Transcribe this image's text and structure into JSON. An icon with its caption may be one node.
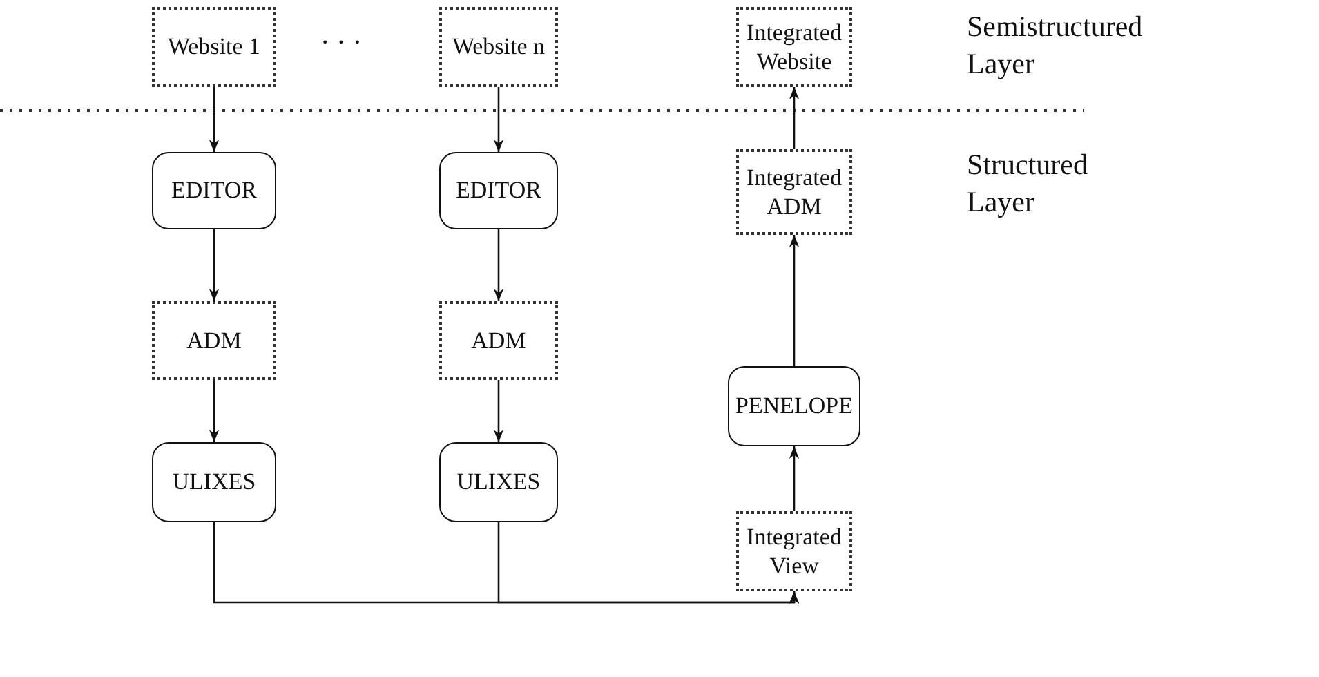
{
  "diagram": {
    "nodes": [
      {
        "text": [
          "Website 1"
        ]
      },
      {
        "text": [
          "Website n"
        ]
      },
      {
        "text": [
          "Integrated Website"
        ]
      },
      {
        "text": [
          "EDITOR"
        ]
      },
      {
        "text": [
          "EDITOR"
        ]
      },
      {
        "text": [
          "Integrated ADM"
        ]
      },
      {
        "text": [
          "ADM"
        ]
      },
      {
        "text": [
          "ADM"
        ]
      },
      {
        "text": [
          "PENELOPE"
        ]
      },
      {
        "text": [
          "ULIXES"
        ]
      },
      {
        "text": [
          "ULIXES"
        ]
      },
      {
        "text": [
          "Integrated View"
        ]
      }
    ],
    "edges": [
      {
        "from": 0,
        "to": 3,
        "arrow": "to"
      },
      {
        "from": 3,
        "to": 6,
        "arrow": "to"
      },
      {
        "from": 6,
        "to": 9,
        "arrow": "to"
      },
      {
        "from": 1,
        "to": 4,
        "arrow": "to"
      },
      {
        "from": 4,
        "to": 7,
        "arrow": "to"
      },
      {
        "from": 7,
        "to": 10,
        "arrow": "to"
      },
      {
        "from": 9,
        "to": 11,
        "arrow": "to"
      },
      {
        "from": 10,
        "to": 11,
        "arrow": "to"
      },
      {
        "from": 11,
        "to": 8,
        "arrow": "to"
      },
      {
        "from": 8,
        "to": 5,
        "arrow": "to"
      },
      {
        "from": 5,
        "to": 2,
        "arrow": "to"
      }
    ],
    "labels": [
      "· · ·",
      "Semistructured Layer",
      "Structured Layer"
    ]
  }
}
